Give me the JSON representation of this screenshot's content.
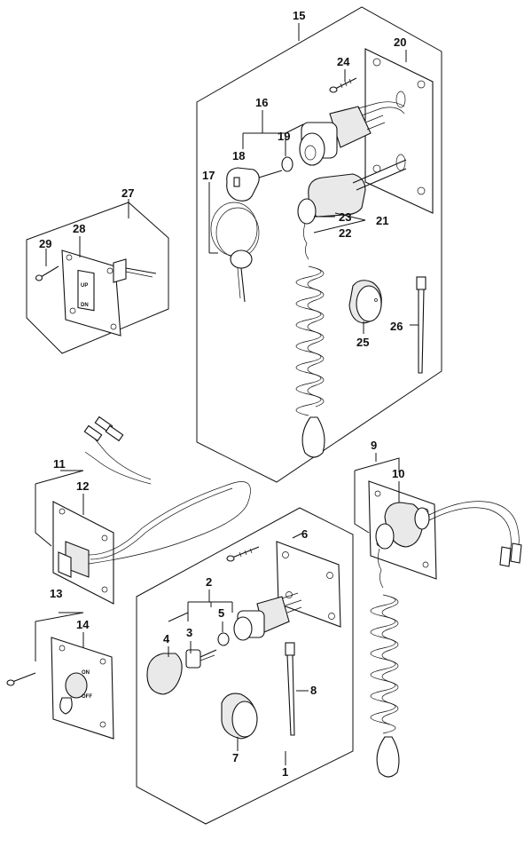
{
  "callouts": {
    "c1": "1",
    "c2": "2",
    "c3": "3",
    "c4": "4",
    "c5": "5",
    "c6": "6",
    "c7": "7",
    "c8": "8",
    "c9": "9",
    "c10": "10",
    "c11": "11",
    "c12": "12",
    "c13": "13",
    "c14": "14",
    "c15": "15",
    "c16": "16",
    "c17": "17",
    "c18": "18",
    "c19": "19",
    "c20": "20",
    "c21": "21",
    "c22": "22",
    "c23": "23",
    "c24": "24",
    "c25": "25",
    "c26": "26",
    "c27": "27",
    "c28": "28",
    "c29": "29"
  },
  "switch_labels": {
    "up": "UP",
    "dn": "DN",
    "on": "ON",
    "off": "OFF"
  }
}
